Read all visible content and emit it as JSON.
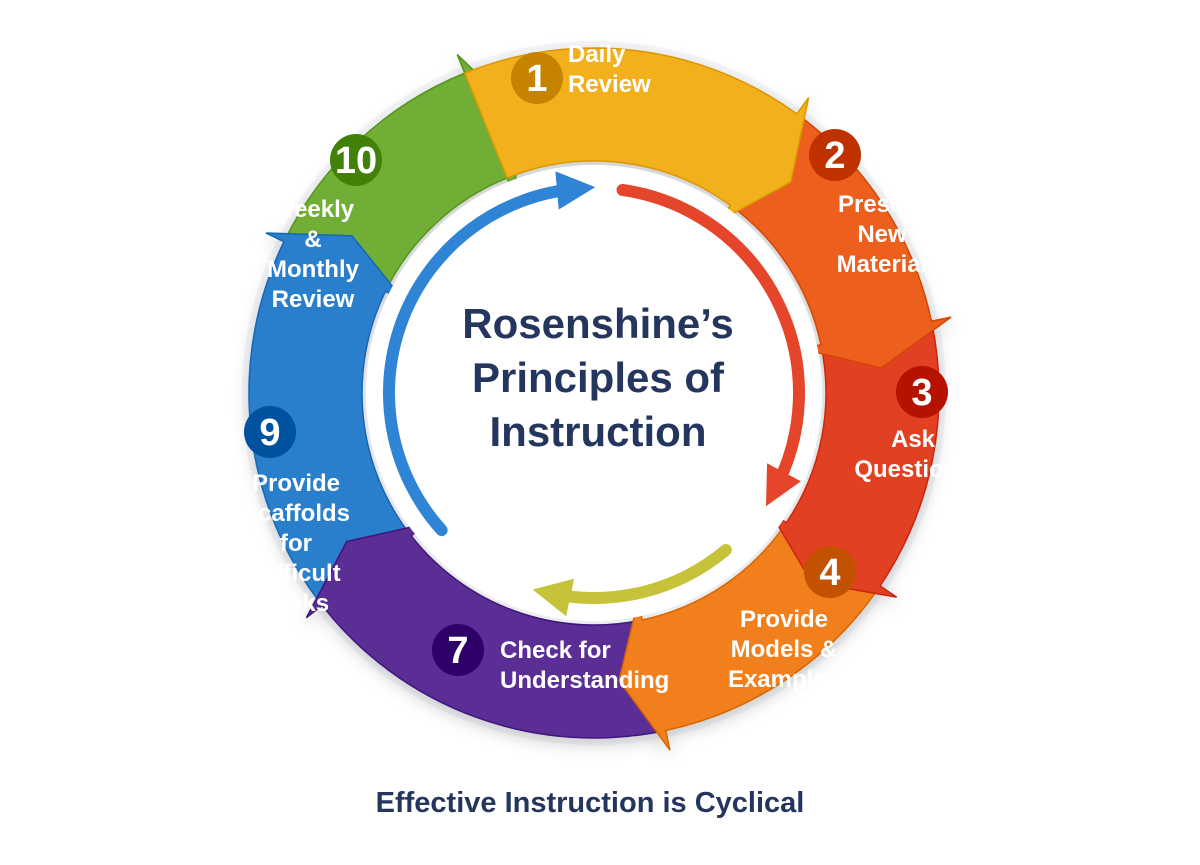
{
  "diagram": {
    "title_lines": [
      "Rosenshine’s",
      "Principles of",
      "Instruction"
    ],
    "caption": "Effective Instruction is Cyclical",
    "segments": [
      {
        "number": "1",
        "lines": [
          "Daily",
          "Review"
        ],
        "color": "#f2b01d"
      },
      {
        "number": "2",
        "lines": [
          "Present",
          "New",
          "Material"
        ],
        "color": "#ec5f1e"
      },
      {
        "number": "3",
        "lines": [
          "Ask",
          "Questions"
        ],
        "color": "#e23f22"
      },
      {
        "number": "4",
        "lines": [
          "Provide",
          "Models &",
          "Examples"
        ],
        "color": "#f07f1c"
      },
      {
        "number": "7",
        "lines": [
          "Check for",
          "Understanding"
        ],
        "color": "#5a2e94"
      },
      {
        "number": "9",
        "lines": [
          "Provide",
          "Scaffolds",
          "for",
          "Difficult",
          "Tasks"
        ],
        "color": "#2b7fcc"
      },
      {
        "number": "10",
        "lines": [
          "Weekly",
          "&",
          "Monthly",
          "Review"
        ],
        "color": "#6fae34"
      }
    ],
    "inner_arrow_colors": [
      "#2f84d6",
      "#e5452a",
      "#c6c33a"
    ],
    "text_color": "#24365e"
  }
}
